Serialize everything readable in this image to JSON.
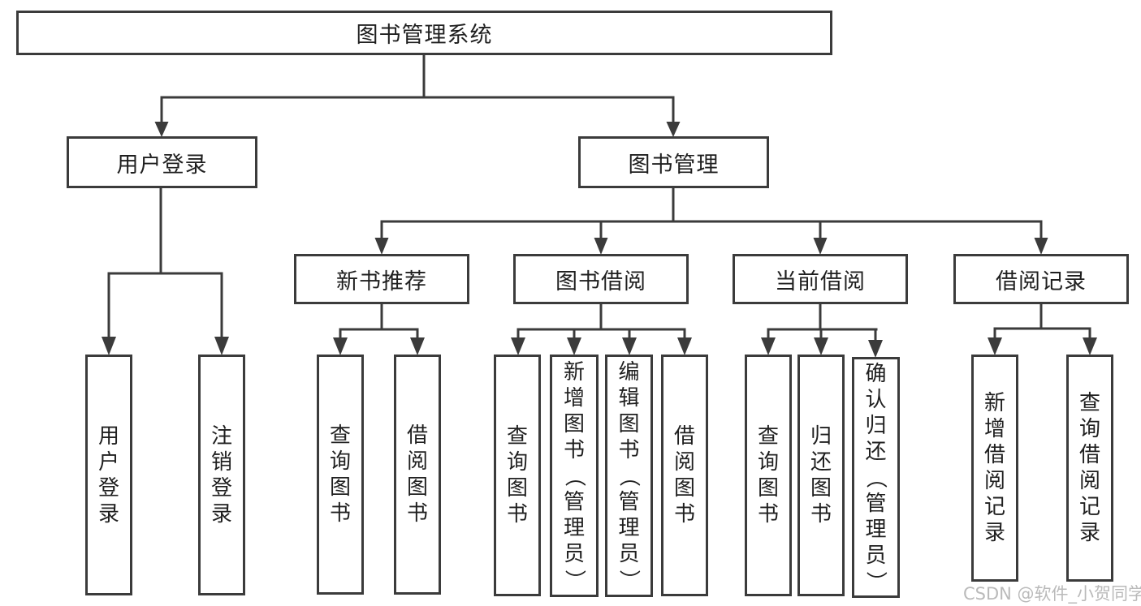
{
  "tree": {
    "root": {
      "label": "图书管理系统"
    },
    "branches": [
      {
        "label": "用户登录",
        "children": [
          {
            "label": "用户登录"
          },
          {
            "label": "注销登录"
          }
        ]
      },
      {
        "label": "图书管理",
        "sections": [
          {
            "label": "新书推荐",
            "children": [
              {
                "label": "查询图书"
              },
              {
                "label": "借阅图书"
              }
            ]
          },
          {
            "label": "图书借阅",
            "children": [
              {
                "label": "查询图书"
              },
              {
                "label": "新增图书（管理员）"
              },
              {
                "label": "编辑图书（管理员）"
              },
              {
                "label": "借阅图书"
              }
            ]
          },
          {
            "label": "当前借阅",
            "children": [
              {
                "label": "查询图书"
              },
              {
                "label": "归还图书"
              },
              {
                "label": "确认归还（管理员）"
              }
            ]
          },
          {
            "label": "借阅记录",
            "children": [
              {
                "label": "新增借阅记录"
              },
              {
                "label": "查询借阅记录"
              }
            ]
          }
        ]
      }
    ]
  },
  "watermark": "CSDN @软件_小贺同学",
  "colors": {
    "line": "#3b3b3b",
    "text": "#1f1f1f",
    "watermark": "#b5b5b5",
    "background": "#ffffff"
  }
}
